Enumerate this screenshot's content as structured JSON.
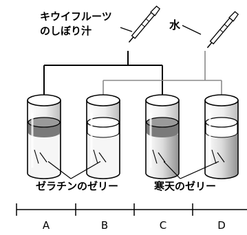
{
  "dropper_left_label": [
    "キウイフルーツ",
    "のしぼり汁"
  ],
  "dropper_right_label": "水",
  "gel_gelatin": "ゼラチンのゼリー",
  "gel_agar": "寒天のゼリー",
  "tubes": [
    {
      "letter": "A",
      "dropper": "kiwi"
    },
    {
      "letter": "B",
      "dropper": "water"
    },
    {
      "letter": "C",
      "dropper": "kiwi"
    },
    {
      "letter": "D",
      "dropper": "water"
    }
  ]
}
